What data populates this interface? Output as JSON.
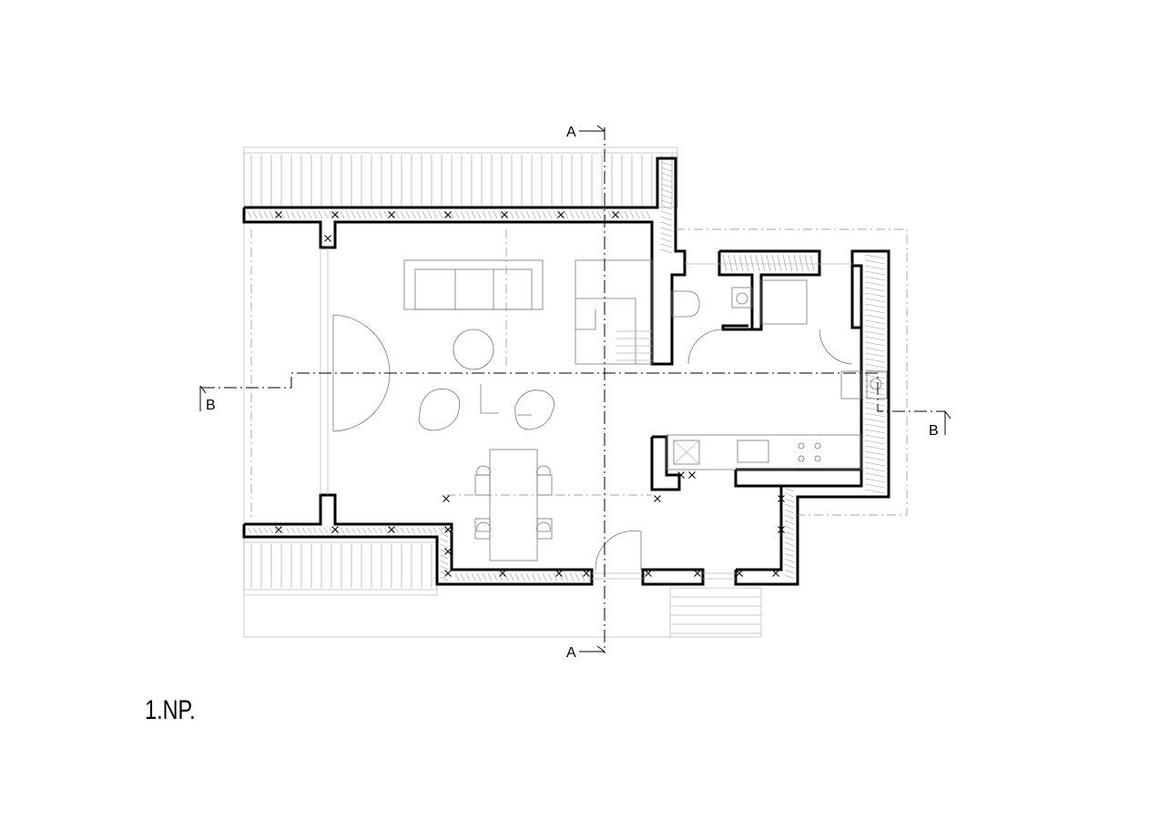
{
  "drawing": {
    "title": "1.NP.",
    "section_marks": {
      "a_top": "A",
      "a_bottom": "A",
      "b_left": "B",
      "b_right": "B"
    }
  }
}
